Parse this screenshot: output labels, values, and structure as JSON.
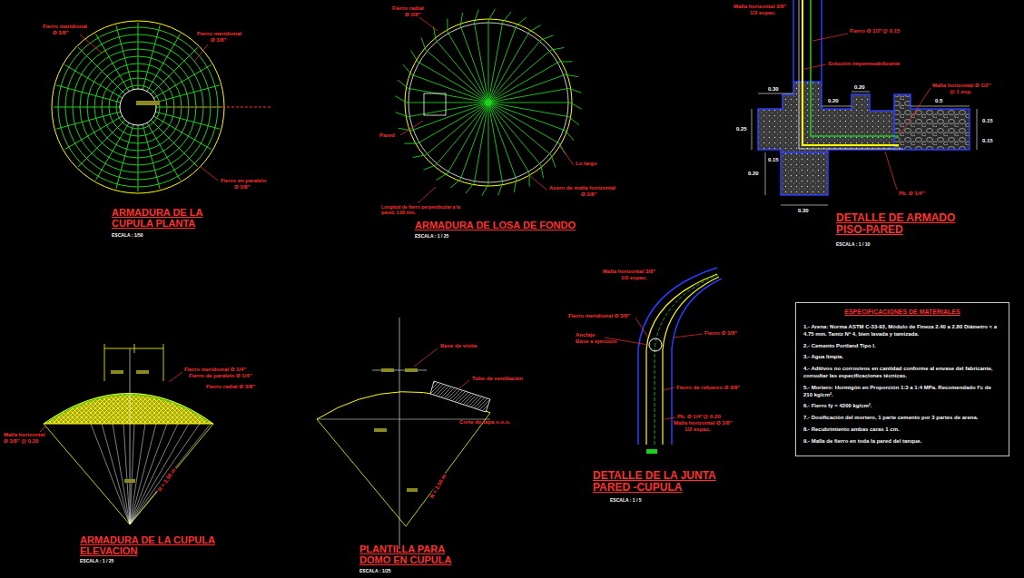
{
  "diagram": {
    "nodes": [
      {
        "text": [
          "ESPECIFICACIONES DE MATERIALES",
          "1.- Arena: Norma ASTM C-33-93, Módulo de Fineza 2.40 a 2.80 Diámetro < a 4.75 mm. Tamiz Nº 4, bien lavada y tamizada.",
          "2.- Cemento Portland Tipo I.",
          "3.- Agua limpia.",
          "4.- Aditivos no corrosivos en cantidad conforme al envase del fabricante, consultar las especificaciones técnicas.",
          "5.- Mortero: Hormigón en Proporción 1:3 a 1:4 MPa. Recomendado f'c de 210 kg/cm².",
          "6.- Fierro fy = 4200 kg/cm².",
          "7.- Dosificación del mortero, 1 parte cemento por 3 partes de arena.",
          "8.- Recubrimiento ambas caras 1 cm.",
          "9.- Malla de fierro en toda la pared del tanque."
        ]
      }
    ],
    "labels": [
      "Fierro meridional",
      "Ø 3/8\"",
      "Fierro meridional",
      "Ø 3/8\"",
      "Fierro en paralelo",
      "Ø 3/8\"",
      "ARMADURA DE LA CUPULA PLANTA",
      "ESCALA : 1/50",
      "Fierro radial",
      "Ø 3/8\"",
      "Pared",
      "Lo largo",
      "Acero de malla horizontal",
      "Ø 3/8\"",
      "Longitud de fierro perpendicular a la pared, 1.00 mts.",
      "ARMADURA DE LOSA DE FONDO",
      "ESCALA : 1 / 25",
      "Malla horizontal 3/8\"",
      "1/2 espac.",
      "Fierro Ø 1/2\"@ 0.15",
      "Solución impermeabilizante",
      "Malla horizontal Ø 1/2\"",
      "@ 1 esp.",
      "0.30",
      "0.20",
      "0.20",
      "0.5",
      "0.15",
      "0.15",
      "0.25",
      "0.20",
      "0.15",
      "0.30",
      "Pb. Ø 1/4\"",
      "DETALLE DE ARMADO PISO-PARED",
      "ESCALA : 1 / 10",
      "Fierro meridional Ø 1/4\"",
      "Fierro de paralelo Ø 1/4\"",
      "Fierro radial Ø 3/8\"",
      "Malla horizontal",
      "Ø 3/8\" @ 0.20",
      "R = 2.50 m",
      "ARMADURA DE LA CUPULA ELEVACION",
      "ESCALA : 1 / 25",
      "Base de visita",
      "Tubo de ventilación",
      "Corte de tapa o.o.o.",
      "R = 2.50 m",
      "PLANTILLA PARA DOMO EN CUPULA",
      "ESCALA : 1/25",
      "Malla horizontal 3/8\"",
      "1/2 espac.",
      "Fierro meridional Ø 3/8\"",
      "Anclaje",
      "Base a ejercicio",
      "Fierro Ø 3/8\"",
      "Fierro de refuerzo Ø 3/8\"",
      "Pb. Ø 1/4\"@ 0.20",
      "Malla horizontal Ø 3/8\"",
      "1/2 espac.",
      "DETALLE DE LA JUNTA PARED -CUPULA",
      "ESCALA : 1 / 5"
    ]
  }
}
